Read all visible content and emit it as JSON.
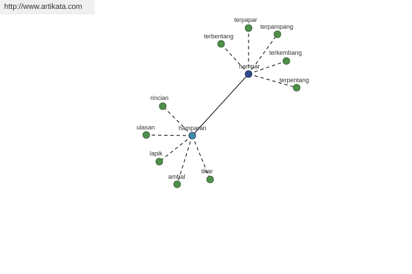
{
  "watermark": "http://www.artikata.com",
  "colors": {
    "hub_primary": "#2e4a8c",
    "hub_secondary": "#3f8ea6",
    "leaf": "#4f8f4a",
    "edge": "#000000"
  },
  "graph": {
    "hubs": [
      {
        "id": "hampar",
        "label": "hampar"
      },
      {
        "id": "hamparan",
        "label": "hamparan"
      }
    ],
    "hub_link": [
      "hampar",
      "hamparan"
    ],
    "leaves": [
      {
        "id": "terpapar",
        "label": "terpapar",
        "hub": "hampar"
      },
      {
        "id": "terpampang",
        "label": "terpampang",
        "hub": "hampar"
      },
      {
        "id": "terbentang",
        "label": "terbentang",
        "hub": "hampar"
      },
      {
        "id": "terkembang",
        "label": "terkembang",
        "hub": "hampar"
      },
      {
        "id": "terpentang",
        "label": "terpentang",
        "hub": "hampar"
      },
      {
        "id": "rincian",
        "label": "rincian",
        "hub": "hamparan"
      },
      {
        "id": "ulasan",
        "label": "ulasan",
        "hub": "hamparan"
      },
      {
        "id": "lapik",
        "label": "lapik",
        "hub": "hamparan"
      },
      {
        "id": "ambal",
        "label": "ambal",
        "hub": "hamparan"
      },
      {
        "id": "tikar",
        "label": "tikar",
        "hub": "hamparan"
      }
    ]
  }
}
